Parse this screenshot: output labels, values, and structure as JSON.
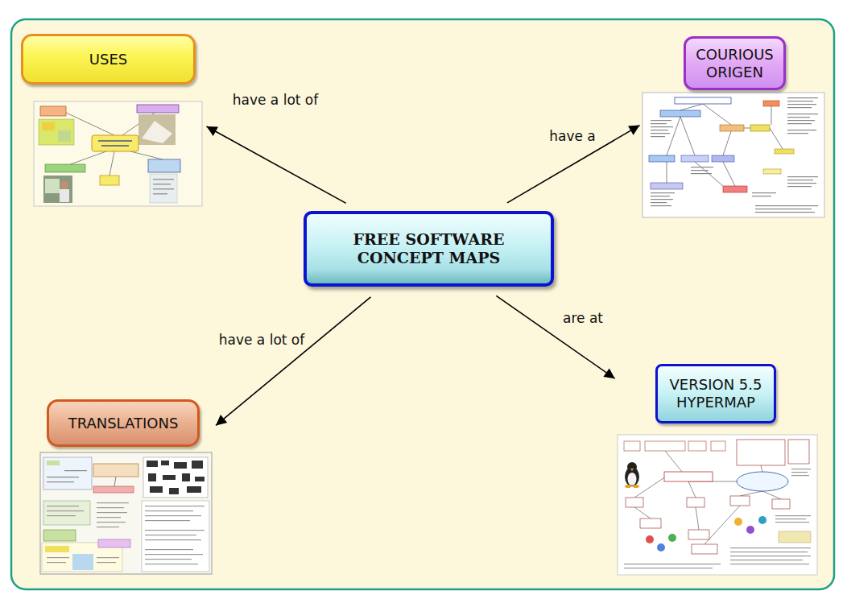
{
  "diagram": {
    "nodes": [
      {
        "text": [
          "FREE SOFTWARE CONCEPT MAPS"
        ]
      },
      {
        "text": [
          "USES"
        ]
      },
      {
        "text": [
          "COURIOUS ORIGEN"
        ]
      },
      {
        "text": [
          "TRANSLATIONS"
        ]
      },
      {
        "text": [
          "VERSION 5.5 HYPERMAP"
        ]
      }
    ],
    "edges": [
      {
        "from": 0,
        "to": 1,
        "label": "have a lot of",
        "arrow": "to"
      },
      {
        "from": 0,
        "to": 2,
        "label": "have a",
        "arrow": "to"
      },
      {
        "from": 0,
        "to": 3,
        "label": "have a lot of",
        "arrow": "to"
      },
      {
        "from": 0,
        "to": 4,
        "label": "are at",
        "arrow": "to"
      }
    ]
  }
}
